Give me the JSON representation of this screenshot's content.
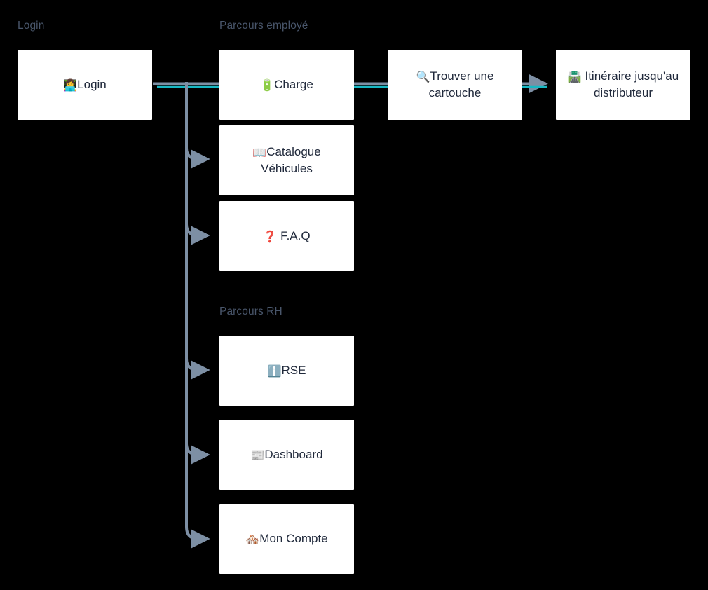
{
  "diagram": {
    "background_color": "#000000",
    "node_fill": "#ffffff",
    "node_text_color": "#20293b",
    "lane_label_color": "#49566b",
    "connector_gray": "#7d8fa4",
    "connector_teal": "#17b8c4"
  },
  "lanes": [
    {
      "id": "login",
      "label": "Login"
    },
    {
      "id": "parcours-employe",
      "label": "Parcours employé"
    },
    {
      "id": "parcours-rh",
      "label": "Parcours RH"
    }
  ],
  "nodes": [
    {
      "id": "login",
      "icon": "👩‍💻",
      "icon_name": "woman-technologist-icon",
      "label": "Login",
      "lane": "login"
    },
    {
      "id": "charge",
      "icon": "🔋",
      "icon_name": "battery-icon",
      "label": "Charge",
      "lane": "parcours-employe"
    },
    {
      "id": "catalogue-vehicules",
      "icon": "📖",
      "icon_name": "open-book-icon",
      "label": "Catalogue Véhicules",
      "lane": "parcours-employe"
    },
    {
      "id": "faq",
      "icon": "❓",
      "icon_name": "question-mark-icon",
      "label": "F.A.Q",
      "lane": "parcours-employe"
    },
    {
      "id": "trouver-une-cartouche",
      "icon": "🔍",
      "icon_name": "magnifying-glass-icon",
      "label": "Trouver une cartouche",
      "lane": "parcours-employe"
    },
    {
      "id": "itineraire-distributeur",
      "icon": "🛣️",
      "icon_name": "motorway-icon",
      "label": "Itinéraire jusqu'au distributeur",
      "lane": "parcours-employe"
    },
    {
      "id": "rse",
      "icon": "ℹ️",
      "icon_name": "information-icon",
      "label": "RSE",
      "lane": "parcours-rh"
    },
    {
      "id": "dashboard",
      "icon": "📰",
      "icon_name": "newspaper-icon",
      "label": "Dashboard",
      "lane": "parcours-rh"
    },
    {
      "id": "mon-compte",
      "icon": "🏘️",
      "icon_name": "houses-icon",
      "label": "Mon Compte",
      "lane": "parcours-rh"
    }
  ],
  "edges": [
    {
      "id": "login-to-charge",
      "from": "login",
      "to": "charge",
      "style": "straight"
    },
    {
      "id": "charge-to-trouver",
      "from": "charge",
      "to": "trouver-une-cartouche",
      "style": "straight"
    },
    {
      "id": "trouver-to-itineraire",
      "from": "trouver-une-cartouche",
      "to": "itineraire-distributeur",
      "style": "arrow"
    },
    {
      "id": "login-to-catalogue",
      "from": "login",
      "to": "catalogue-vehicules",
      "style": "elbow-arrow"
    },
    {
      "id": "login-to-faq",
      "from": "login",
      "to": "faq",
      "style": "elbow-arrow"
    },
    {
      "id": "login-to-rse",
      "from": "login",
      "to": "rse",
      "style": "elbow-arrow"
    },
    {
      "id": "login-to-dashboard",
      "from": "login",
      "to": "dashboard",
      "style": "elbow-arrow"
    },
    {
      "id": "login-to-mon-compte",
      "from": "login",
      "to": "mon-compte",
      "style": "elbow-arrow"
    }
  ]
}
